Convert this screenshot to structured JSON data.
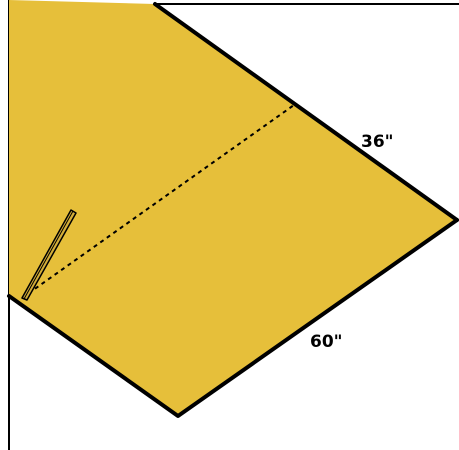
{
  "diagram": {
    "labels": {
      "side_36": "36\"",
      "side_60": "60\""
    },
    "colors": {
      "fabric_fill": "#E6BF3A",
      "outline": "#000000",
      "pencil_fill": "#D4AE38",
      "background": "#FFFFFF"
    },
    "elements": {
      "fabric": "fabric-panel",
      "fold_line": "dashed-fold-line",
      "tool": "pencil-icon"
    }
  }
}
